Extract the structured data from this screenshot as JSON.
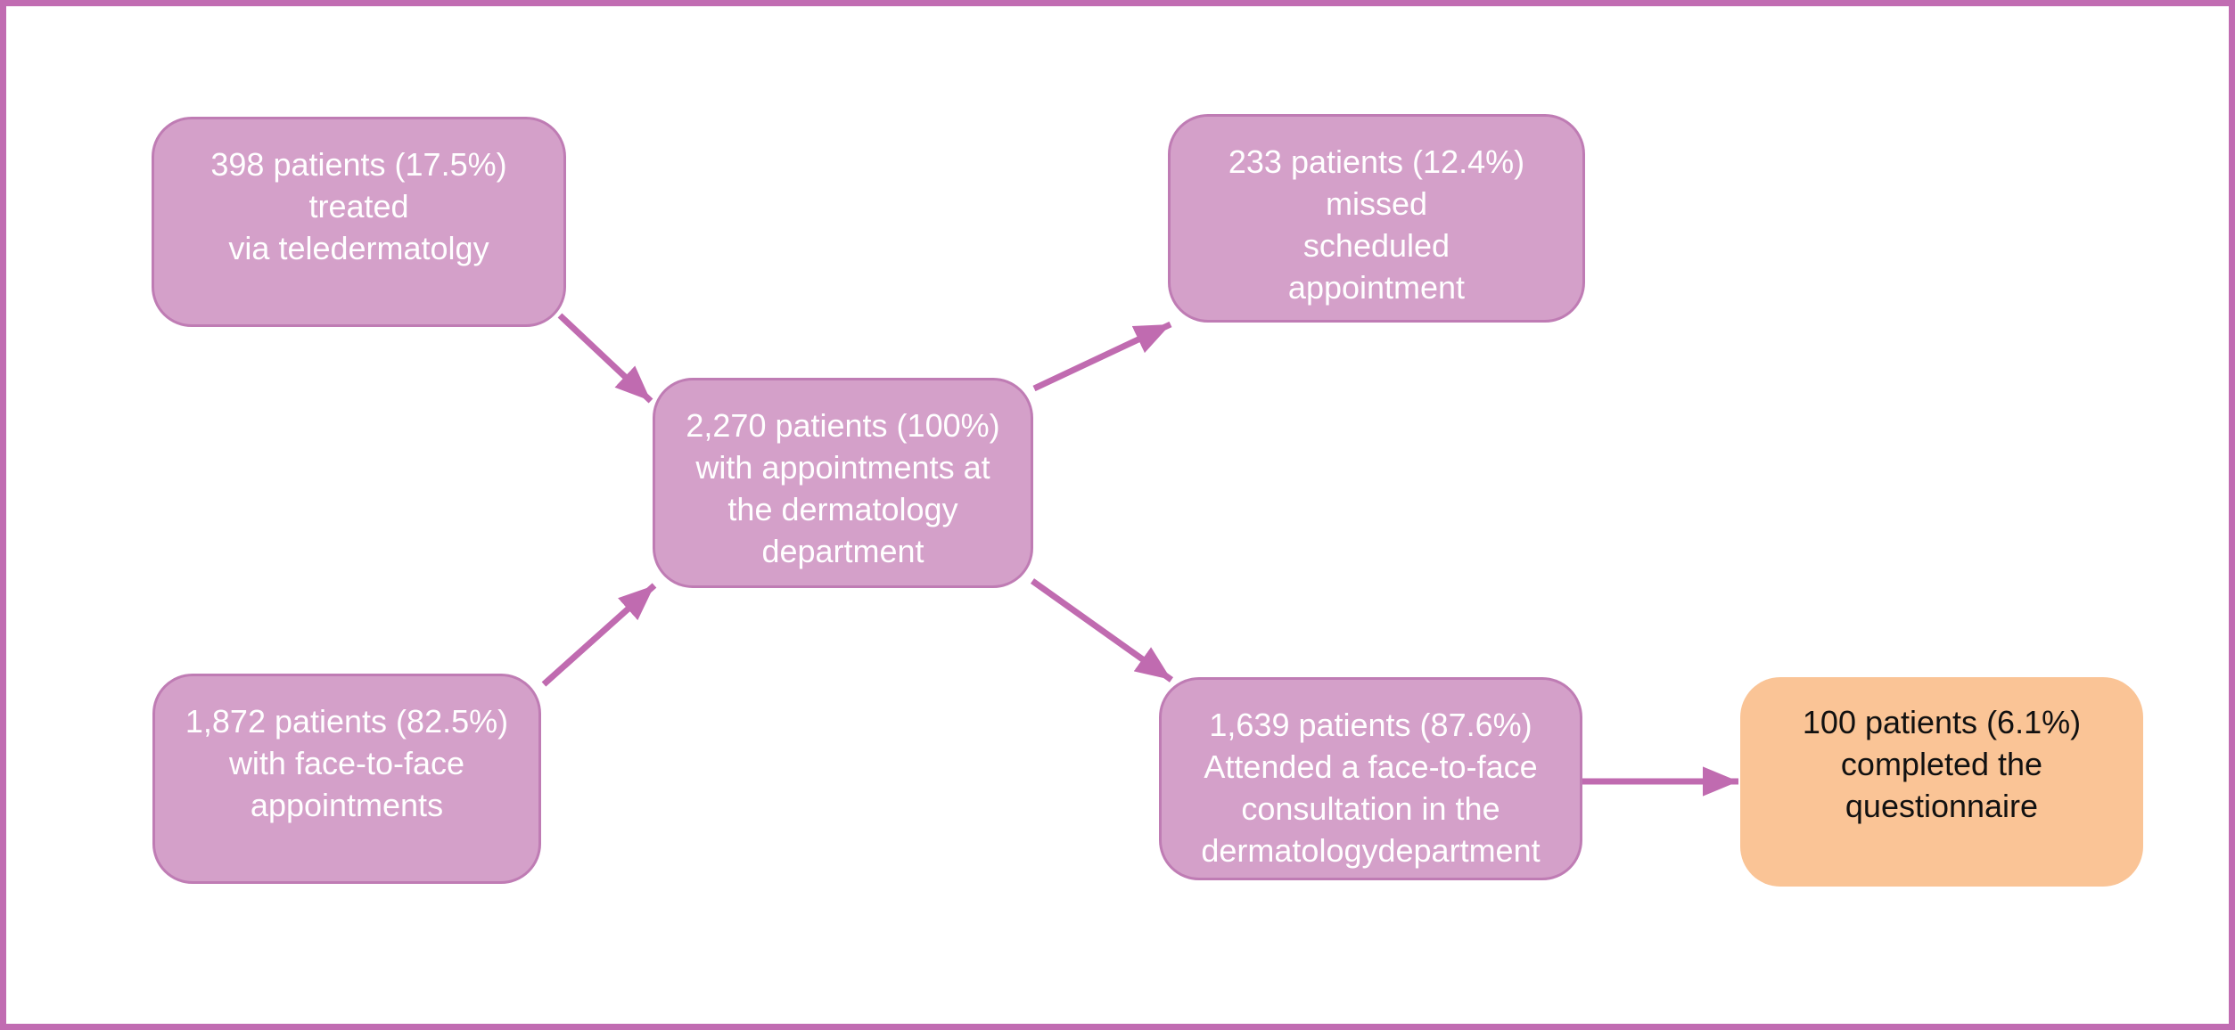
{
  "diagram": {
    "type": "flowchart",
    "description_not_shown_on_screen": null
  },
  "colors": {
    "frame": "#c16cb2",
    "node_fill": "#d4a0c9",
    "node_border": "#bf7cb4",
    "arrow": "#c06bb0",
    "accent_fill": "#fac496",
    "text_light": "#ffffff",
    "text_dark": "#111111"
  },
  "nodes": [
    {
      "id": "teledermatology",
      "style": "purple",
      "text": "398 patients (17.5%)\ntreated\nvia teledermatolgy"
    },
    {
      "id": "missed-appointment",
      "style": "purple",
      "text": "233 patients (12.4%)\nmissed\nscheduled\nappointment"
    },
    {
      "id": "total-appointments",
      "style": "purple",
      "text": "2,270 patients (100%)\nwith appointments at\nthe dermatology\ndepartment"
    },
    {
      "id": "face-to-face-appointments",
      "style": "purple",
      "text": "1,872 patients (82.5%)\nwith face-to-face\nappointments"
    },
    {
      "id": "attended-consultation",
      "style": "purple",
      "text": "1,639 patients (87.6%)\nAttended a face-to-face\nconsultation in the\ndermatologydepartment"
    },
    {
      "id": "completed-questionnaire",
      "style": "orange",
      "text": "100 patients (6.1%)\ncompleted the\nquestionnaire"
    }
  ],
  "edges": [
    {
      "from": "teledermatology",
      "to": "total-appointments"
    },
    {
      "from": "face-to-face-appointments",
      "to": "total-appointments"
    },
    {
      "from": "total-appointments",
      "to": "missed-appointment"
    },
    {
      "from": "total-appointments",
      "to": "attended-consultation"
    },
    {
      "from": "attended-consultation",
      "to": "completed-questionnaire"
    }
  ]
}
